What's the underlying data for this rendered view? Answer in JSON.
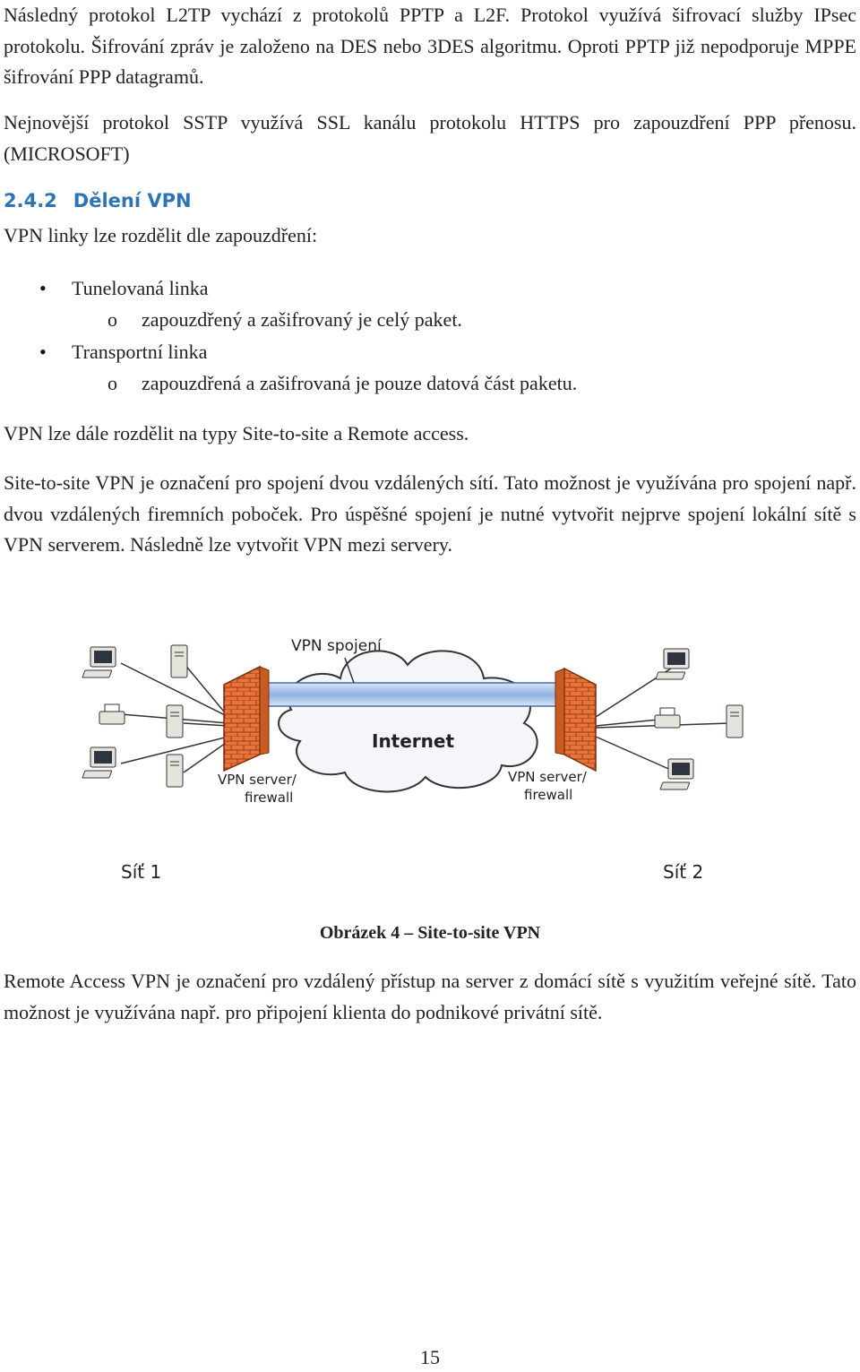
{
  "text": {
    "p1": "Následný protokol L2TP vychází z protokolů PPTP a L2F. Protokol využívá šifrovací služby IPsec protokolu. Šifrování zpráv je založeno na DES nebo 3DES algoritmu. Oproti PPTP již nepodporuje MPPE šifrování PPP datagramů.",
    "p2": "Nejnovější protokol SSTP využívá SSL kanálu protokolu HTTPS pro zapouzdření PPP přenosu. (MICROSOFT)",
    "heading_num": "2.4.2",
    "heading_title": "Dělení VPN",
    "p3": "VPN linky lze rozdělit dle zapouzdření:",
    "bullets": [
      {
        "label": "Tunelovaná linka",
        "sub": "zapouzdřený a zašifrovaný je celý paket."
      },
      {
        "label": "Transportní linka",
        "sub": "zapouzdřená a zašifrovaná je pouze datová část paketu."
      }
    ],
    "p4": "VPN lze dále rozdělit na typy Site-to-site a Remote access.",
    "p5": "Site-to-site VPN je označení pro spojení dvou vzdálených sítí. Tato možnost je využívána pro spojení např. dvou vzdálených firemních poboček. Pro úspěšné spojení je nutné vytvořit nejprve spojení lokální sítě s VPN serverem. Následně lze vytvořit VPN mezi servery.",
    "caption": "Obrázek 4 – Site-to-site VPN",
    "p6": "Remote Access VPN je označení pro vzdálený přístup na server z domácí sítě s využitím veřejné sítě. Tato možnost je využívána např. pro připojení klienta do podnikové privátní sítě.",
    "page_number": "15"
  },
  "diagram": {
    "vpn_label": "VPN spojení",
    "cloud_label": "Internet",
    "server_left": [
      "VPN server/",
      "firewall"
    ],
    "server_right": [
      "VPN server/",
      "firewall"
    ],
    "net_left": "Síť 1",
    "net_right": "Síť 2",
    "colors": {
      "firewall": "#e8743b",
      "tunnel": "#a9c4e8",
      "line": "#333333",
      "device": "#dcdcd0"
    }
  }
}
